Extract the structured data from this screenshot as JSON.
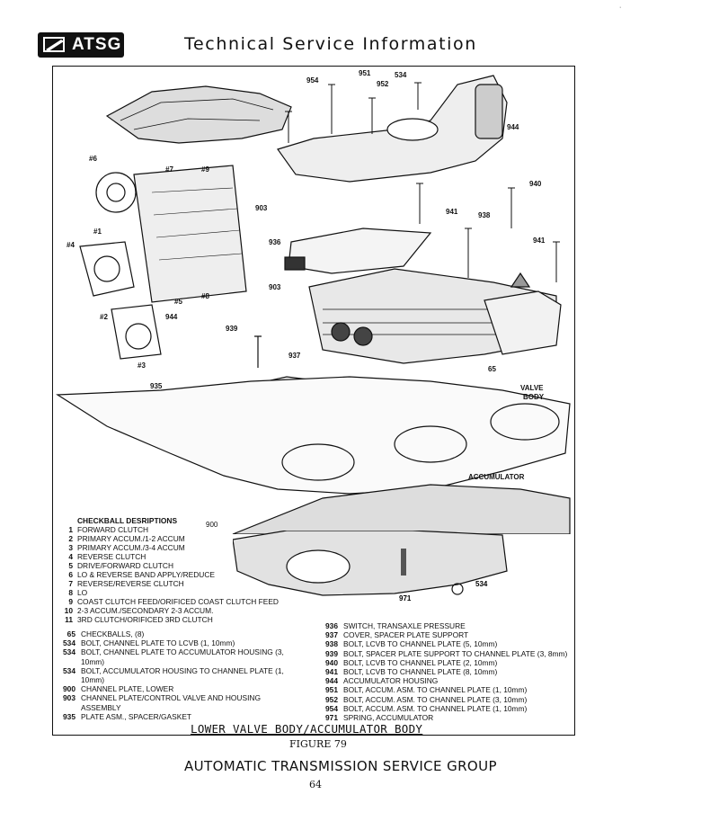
{
  "header": {
    "logo_text": "ATSG",
    "title": "Technical Service Information"
  },
  "diagram_labels": {
    "top": [
      "954",
      "951",
      "534",
      "952",
      "944"
    ],
    "left": [
      "#6",
      "#7",
      "#9",
      "903",
      "#1",
      "#4",
      "#5",
      "#8",
      "#2",
      "944",
      "#3"
    ],
    "mid": [
      "940",
      "941",
      "938",
      "941",
      "936",
      "903",
      "939",
      "937",
      "65",
      "935",
      "VALVE",
      "BODY",
      "ACCUMULATOR"
    ],
    "bottom": [
      "900",
      "971",
      "534"
    ]
  },
  "checkballs": {
    "title": "CHECKBALL DESRIPTIONS",
    "items": [
      {
        "n": "1",
        "t": "FORWARD CLUTCH"
      },
      {
        "n": "2",
        "t": "PRIMARY ACCUM./1-2 ACCUM"
      },
      {
        "n": "3",
        "t": "PRIMARY ACCUM./3-4 ACCUM"
      },
      {
        "n": "4",
        "t": "REVERSE CLUTCH"
      },
      {
        "n": "5",
        "t": "DRIVE/FORWARD CLUTCH"
      },
      {
        "n": "6",
        "t": "LO & REVERSE BAND APPLY/REDUCE"
      },
      {
        "n": "7",
        "t": "REVERSE/REVERSE CLUTCH"
      },
      {
        "n": "8",
        "t": "LO"
      },
      {
        "n": "9",
        "t": "COAST CLUTCH FEED/ORIFICED COAST CLUTCH FEED"
      },
      {
        "n": "10",
        "t": "2-3 ACCUM./SECONDARY 2-3 ACCUM."
      },
      {
        "n": "11",
        "t": "3RD CLUTCH/ORIFICED 3RD CLUTCH"
      }
    ]
  },
  "legend_left": [
    {
      "n": "65",
      "t": "CHECKBALLS, (8)"
    },
    {
      "n": "534",
      "t": "BOLT, CHANNEL PLATE TO LCVB (1, 10mm)"
    },
    {
      "n": "534",
      "t": "BOLT, CHANNEL PLATE TO ACCUMULATOR HOUSING (3, 10mm)"
    },
    {
      "n": "534",
      "t": "BOLT, ACCUMULATOR HOUSING TO CHANNEL PLATE (1, 10mm)"
    },
    {
      "n": "900",
      "t": "CHANNEL PLATE, LOWER"
    },
    {
      "n": "903",
      "t": "CHANNEL PLATE/CONTROL VALVE AND HOUSING ASSEMBLY"
    },
    {
      "n": "935",
      "t": "PLATE ASM., SPACER/GASKET"
    }
  ],
  "legend_right": [
    {
      "n": "936",
      "t": "SWITCH, TRANSAXLE PRESSURE"
    },
    {
      "n": "937",
      "t": "COVER, SPACER PLATE SUPPORT"
    },
    {
      "n": "938",
      "t": "BOLT, LCVB TO CHANNEL PLATE (5, 10mm)"
    },
    {
      "n": "939",
      "t": "BOLT, SPACER PLATE SUPPORT TO CHANNEL PLATE (3, 8mm)"
    },
    {
      "n": "940",
      "t": "BOLT, LCVB TO CHANNEL PLATE (2, 10mm)"
    },
    {
      "n": "941",
      "t": "BOLT, LCVB TO CHANNEL PLATE (8, 10mm)"
    },
    {
      "n": "944",
      "t": "ACCUMULATOR HOUSING"
    },
    {
      "n": "951",
      "t": "BOLT, ACCUM. ASM. TO CHANNEL PLATE (1, 10mm)"
    },
    {
      "n": "952",
      "t": "BOLT, ACCUM. ASM. TO CHANNEL PLATE (3, 10mm)"
    },
    {
      "n": "954",
      "t": "BOLT, ACCUM. ASM. TO CHANNEL PLATE (1, 10mm)"
    },
    {
      "n": "971",
      "t": "SPRING, ACCUMULATOR"
    }
  ],
  "figure": {
    "caption": "LOWER VALVE BODY/ACCUMULATOR BODY",
    "number": "FIGURE 79"
  },
  "footer": {
    "title": "AUTOMATIC TRANSMISSION SERVICE GROUP",
    "page": "64"
  }
}
